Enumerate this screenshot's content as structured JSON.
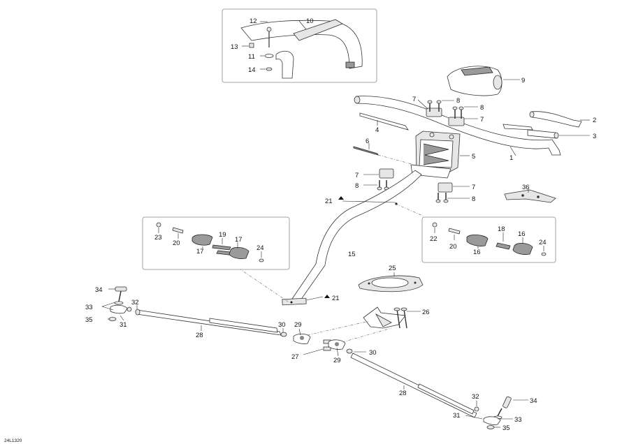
{
  "diagram": {
    "code": "24L1320",
    "labels": {
      "l1": "1",
      "l2": "2",
      "l3": "3",
      "l4": "4",
      "l5": "5",
      "l6": "6",
      "l7a": "7",
      "l7b": "7",
      "l7c": "7",
      "l7d": "7",
      "l8a": "8",
      "l8b": "8",
      "l8c": "8",
      "l8d": "8",
      "l9": "9",
      "l10": "10",
      "l11": "11",
      "l12": "12",
      "l13": "13",
      "l14": "14",
      "l15": "15",
      "l16a": "16",
      "l16b": "16",
      "l17a": "17",
      "l17b": "17",
      "l18": "18",
      "l19": "19",
      "l20a": "20",
      "l20b": "20",
      "l21a": "21",
      "l21b": "21",
      "l22": "22",
      "l23": "23",
      "l24a": "24",
      "l24b": "24",
      "l25": "25",
      "l26": "26",
      "l27": "27",
      "l28a": "28",
      "l28b": "28",
      "l29a": "29",
      "l29b": "29",
      "l30a": "30",
      "l30b": "30",
      "l31a": "31",
      "l31b": "31",
      "l32a": "32",
      "l32b": "32",
      "l33a": "33",
      "l33b": "33",
      "l34a": "34",
      "l34b": "34",
      "l35a": "35",
      "l35b": "35",
      "l36": "36"
    }
  }
}
